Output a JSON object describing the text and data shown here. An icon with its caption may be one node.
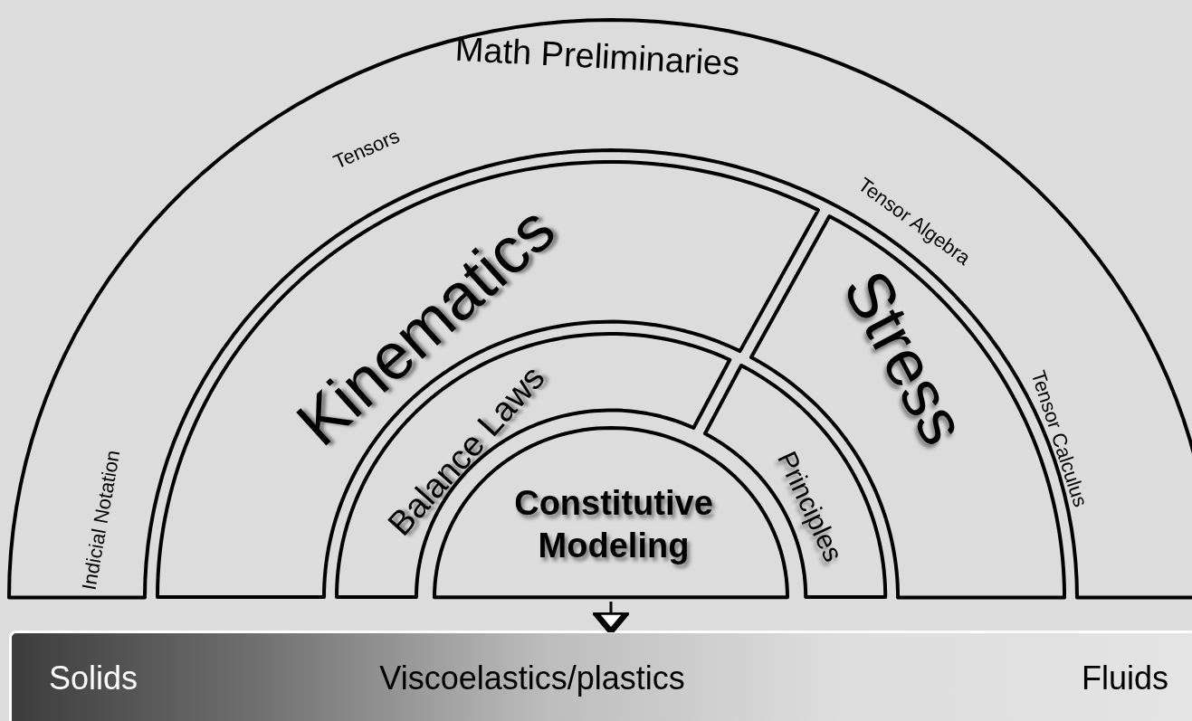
{
  "diagram": {
    "nodes": [
      {
        "text": [
          "Math Preliminaries",
          "Indicial Notation",
          "Tensors",
          "Tensor Algebra",
          "Tensor Calculus"
        ]
      },
      {
        "text": [
          "Kinematics"
        ]
      },
      {
        "text": [
          "Stress"
        ]
      },
      {
        "text": [
          "Balance Laws"
        ]
      },
      {
        "text": [
          "Principles"
        ]
      },
      {
        "text": [
          "Constitutive Modeling"
        ]
      },
      {
        "text": [
          "Solids",
          "Viscoelastics/plastics",
          "Fluids"
        ]
      }
    ],
    "edges": [
      {
        "from": 5,
        "to": 6,
        "arrow": "to"
      }
    ]
  }
}
